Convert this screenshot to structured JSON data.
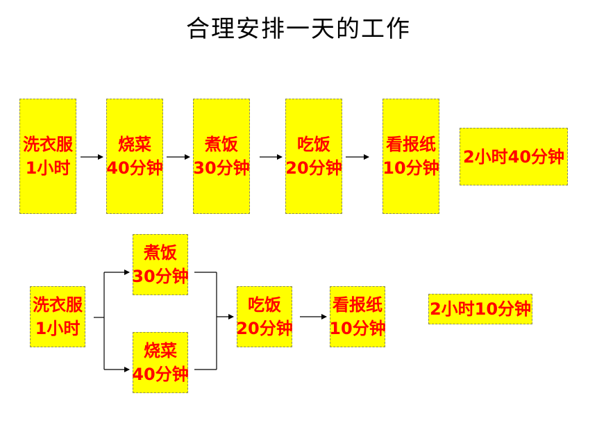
{
  "title": "合理安排一天的工作",
  "sequential": {
    "tasks": [
      {
        "name": "洗衣服",
        "duration": "1小时"
      },
      {
        "name": "烧菜",
        "duration": "40分钟"
      },
      {
        "name": "煮饭",
        "duration": "30分钟"
      },
      {
        "name": "吃饭",
        "duration": "20分钟"
      },
      {
        "name": "看报纸",
        "duration": "10分钟"
      }
    ],
    "total": "2小时40分钟"
  },
  "parallel": {
    "wash": {
      "name": "洗衣服",
      "duration": "1小时"
    },
    "cook_rice": {
      "name": "煮饭",
      "duration": "30分钟"
    },
    "cook_dish": {
      "name": "烧菜",
      "duration": "40分钟"
    },
    "eat": {
      "name": "吃饭",
      "duration": "20分钟"
    },
    "read": {
      "name": "看报纸",
      "duration": "10分钟"
    },
    "total": "2小时10分钟"
  },
  "colors": {
    "box_fill": "#ffff00",
    "text": "#ff0000",
    "arrow": "#000000"
  }
}
